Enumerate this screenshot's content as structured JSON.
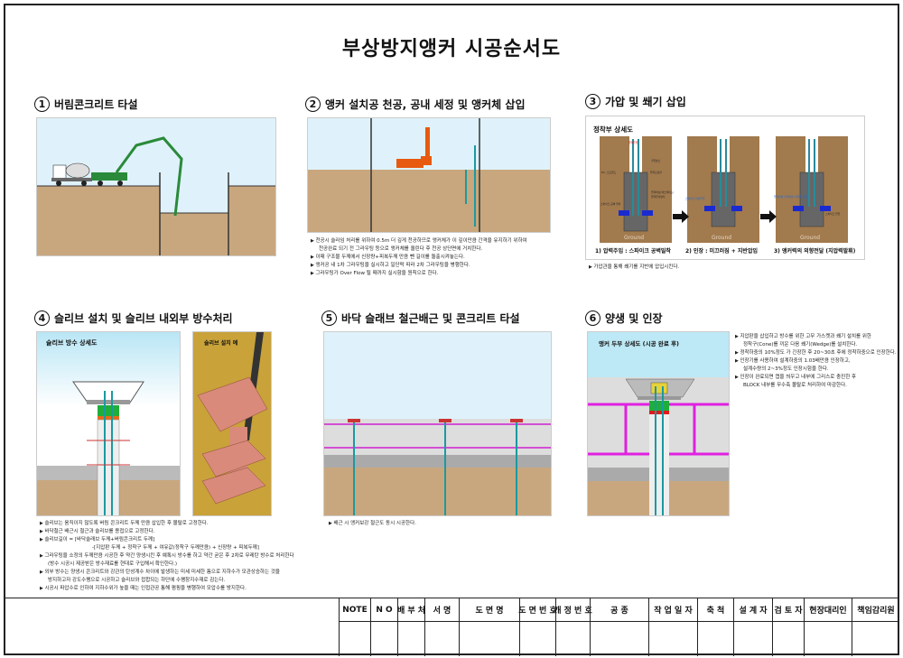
{
  "title": "부상방지앵커 시공순서도",
  "sections": [
    {
      "num": "1",
      "title": "버림콘크리트 타설"
    },
    {
      "num": "2",
      "title": "앵커 설치공 천공, 공내 세정 및 앵커체 삽입",
      "notes": [
        "천공시 슬라임 처리를 위하여 0.5m 더 깊게 천공하므로 앵커체가 이 깊이만큼 간격을 유지하기 위하여",
        "천공완료 되기 전 그라우팅 등으로 앵커체를 올린다 후 천공 상단면에 거치한다.",
        "이때 구조물 두께에서 신장량+피복두께 만큼 뺀 길이를 돌출시켜놓는다.",
        "앵커공 내 1차 그라우팅을 실시하고 일단락 따라 2차 그라우팅을 병행한다.",
        "그라우팅가 Over Flow 될 때까지 실시함을 원칙으로 한다."
      ]
    },
    {
      "num": "3",
      "title": "가압 및 쐐기 삽입",
      "detail_title": "정착부 상세도",
      "steps": [
        "1) 압력주입 : 스파이크 공벽밀착",
        "2) 인장 : 미끄러짐 + 지반압입",
        "3) 앵커력의 외향전달 (지압력발휘)"
      ],
      "ground": "Ground",
      "labels": [
        "압력주입",
        "가압호스",
        "P.C. 스트랜드",
        "압력조정관",
        "압력확보(캐스케이드)",
        "압력유실방지",
        "스파이크 공벽 밀착",
        "스파이크 지반압입",
        "압력판의 전달방향 (지압력 발휘)",
        "스파이크 압입"
      ],
      "notes": [
        "가압관을 통해 쐐기를 지반에 압입시킨다."
      ]
    },
    {
      "num": "4",
      "title": "슬리브 설치 및 슬리브 내외부 방수처리",
      "detail_title": "슬리브 방수 상세도",
      "photo_title": "슬리브 설치 예",
      "notes": [
        "슬리브는 움직이지 않도록 버림 콘크리트 두께 만큼 삽입한 후 몰탈로 고정한다.",
        "바닥철근 배근시 철근과 슬리브를 용접으로 고정한다.",
        "슬리브길이 = [바닥슬래브 두께+버림콘크리트 두께]",
        "-[지압판 두께 + 정착구 두께 + 여유값(정착구 두께만큼) + 신장량 + 피복두께]",
        "그라우팅을 소정의 두께만큼 시공한 후 약간 양생시킨 후 예톡시 방수를 하고 약간 굳은 후 2차로 무레탄 방수로 처리한다",
        "(방수 시공시 제공받은 방수재료를 현대로 구입해서 확인한다.)",
        "외부 방수는 양생시 콘크리트와 강관의 탄성계수 차이에 발생하는 미세 미세한 틈으로 지하수가 모관상승하는 것을",
        "방지하고자 강도수팽으로 시공하고 슬리브와 접합되는 하단에 수팽창지수재로 감는다.",
        "시공시 파압수로 인하여 지하수위가 높을 때는 인접관공 통해 펌핑을 병행하여 모압수를 방지한다."
      ]
    },
    {
      "num": "5",
      "title": "바닥 슬래브 철근배근 및 콘크리트 타설",
      "notes": [
        "배근 시 앵커보강 철근도 동시 시공한다."
      ]
    },
    {
      "num": "6",
      "title": "양생 및 인장",
      "detail_title": "앵커 두부 상세도 (시공 완료 후)",
      "notes": [
        "지압판을 삽입하고 방수를 위한 고무 가스켓과 쐐기 설치를 위한",
        "정착구(Cone)를 끼운 다음 쐐기(Wedge)를 설치한다.",
        "정착하중의 10%정도 가 긴장한 후 20~30초 후에 정착하중으로 인장한다.",
        "인장기를 사용하여 설계하중의 1.03배만큼 인장하고,",
        "설계수량의 2~3%정도 인장시험을 한다.",
        "인장이 완료되면 캡을 씌우고 내부에 그리스로 충진한 후",
        "BLOCK 내부를 무수축 몰탈로 처리하여 마감한다."
      ]
    }
  ],
  "title_block": [
    "NOTE",
    "N O",
    "배 부 처",
    "서 명",
    "도 면 명",
    "도 면 번 호",
    "개 정 번 호",
    "공 종",
    "작 업 일 자",
    "축 척",
    "설 계 자",
    "검 토 자",
    "현장대리인",
    "책임감리원"
  ]
}
